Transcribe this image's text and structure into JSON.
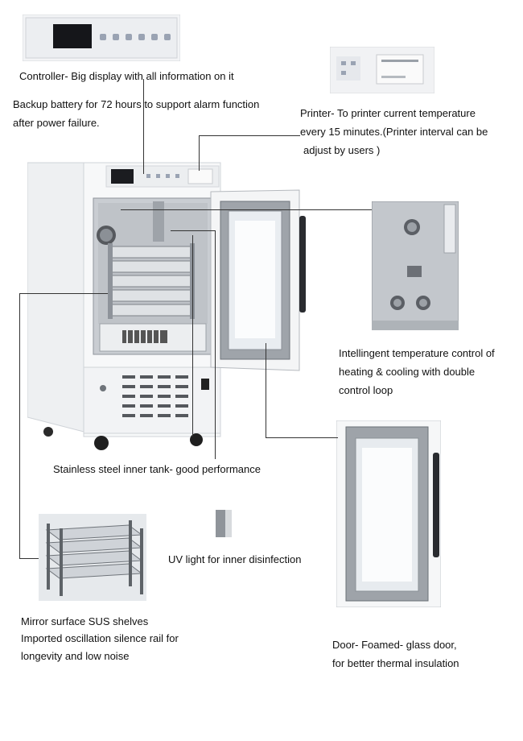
{
  "captions": {
    "controller": "Controller- Big display with all information on it",
    "backup_line1": "Backup battery for 72 hours to support alarm function",
    "backup_line2": "after power failure.",
    "printer_line1": "Printer- To printer current temperature",
    "printer_line2": "every 15 minutes.(Printer interval can be",
    "printer_line3": "adjust by users )",
    "temp_line1": "Intellingent temperature control of",
    "temp_line2": "heating & cooling with double",
    "temp_line3": "control loop",
    "tank": "Stainless steel inner tank- good performance",
    "uv": "UV light for inner disinfection",
    "shelves_line1": "Mirror surface SUS shelves",
    "shelves_line2": "Imported  oscillation silence rail for",
    "shelves_line3": "longevity and low noise",
    "door_line1": "Door- Foamed- glass door,",
    "door_line2": "for better thermal insulation"
  }
}
